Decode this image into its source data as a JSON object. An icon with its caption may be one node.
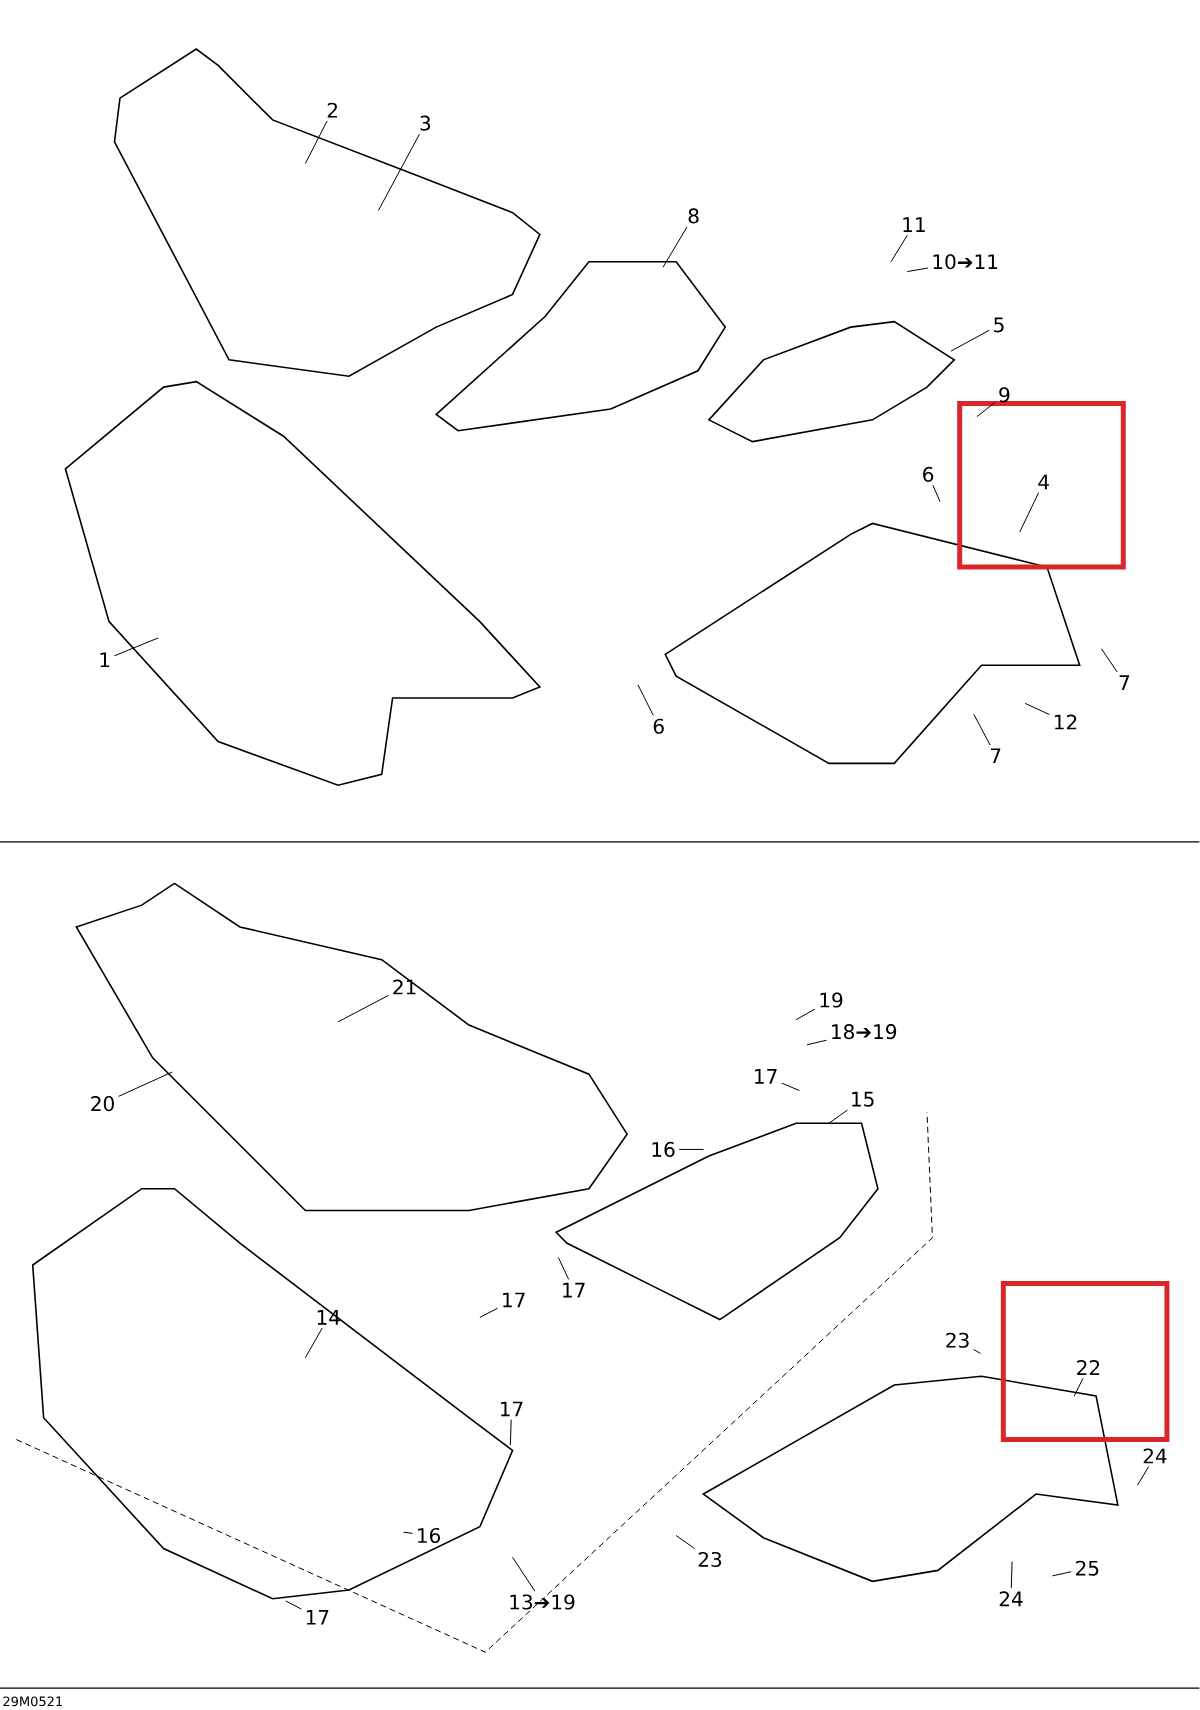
{
  "diagram": {
    "nodes": [
      {
        "text": [
          "2"
        ]
      },
      {
        "text": [
          "3"
        ]
      },
      {
        "text": [
          "8"
        ]
      },
      {
        "text": [
          "11"
        ]
      },
      {
        "text": [
          "10➔11"
        ]
      },
      {
        "text": [
          "5"
        ]
      },
      {
        "text": [
          "9"
        ]
      },
      {
        "text": [
          "6"
        ]
      },
      {
        "text": [
          "4"
        ]
      },
      {
        "text": [
          "1"
        ]
      },
      {
        "text": [
          "6"
        ]
      },
      {
        "text": [
          "7"
        ]
      },
      {
        "text": [
          "12"
        ]
      },
      {
        "text": [
          "7"
        ]
      },
      {
        "text": [
          "21"
        ]
      },
      {
        "text": [
          "19"
        ]
      },
      {
        "text": [
          "18➔19"
        ]
      },
      {
        "text": [
          "17"
        ]
      },
      {
        "text": [
          "15"
        ]
      },
      {
        "text": [
          "16"
        ]
      },
      {
        "text": [
          "20"
        ]
      },
      {
        "text": [
          "17"
        ]
      },
      {
        "text": [
          "14"
        ]
      },
      {
        "text": [
          "17"
        ]
      },
      {
        "text": [
          "17"
        ]
      },
      {
        "text": [
          "23"
        ]
      },
      {
        "text": [
          "22"
        ]
      },
      {
        "text": [
          "24"
        ]
      },
      {
        "text": [
          "16"
        ]
      },
      {
        "text": [
          "23"
        ]
      },
      {
        "text": [
          "25"
        ]
      },
      {
        "text": [
          "24"
        ]
      },
      {
        "text": [
          "17"
        ]
      },
      {
        "text": [
          "13➔19"
        ]
      }
    ],
    "edges": [
      {
        "from": 0,
        "to": null,
        "arrow": "none"
      },
      {
        "from": 1,
        "to": null,
        "arrow": "none"
      },
      {
        "from": 2,
        "to": null,
        "arrow": "none"
      },
      {
        "from": 3,
        "to": null,
        "arrow": "none"
      },
      {
        "from": 4,
        "to": null,
        "arrow": "none"
      },
      {
        "from": 5,
        "to": null,
        "arrow": "none"
      },
      {
        "from": 6,
        "to": null,
        "arrow": "none"
      },
      {
        "from": 7,
        "to": null,
        "arrow": "none"
      },
      {
        "from": 8,
        "to": null,
        "arrow": "none"
      },
      {
        "from": 9,
        "to": null,
        "arrow": "none"
      },
      {
        "from": 10,
        "to": null,
        "arrow": "none"
      },
      {
        "from": 11,
        "to": null,
        "arrow": "none"
      },
      {
        "from": 12,
        "to": null,
        "arrow": "none"
      },
      {
        "from": 13,
        "to": null,
        "arrow": "none"
      },
      {
        "from": 14,
        "to": null,
        "arrow": "none"
      },
      {
        "from": 15,
        "to": null,
        "arrow": "none"
      },
      {
        "from": 16,
        "to": null,
        "arrow": "none"
      },
      {
        "from": 17,
        "to": null,
        "arrow": "none"
      },
      {
        "from": 18,
        "to": null,
        "arrow": "none"
      },
      {
        "from": 19,
        "to": null,
        "arrow": "none"
      },
      {
        "from": 20,
        "to": null,
        "arrow": "none"
      },
      {
        "from": 21,
        "to": null,
        "arrow": "none"
      },
      {
        "from": 22,
        "to": null,
        "arrow": "none"
      },
      {
        "from": 23,
        "to": null,
        "arrow": "none"
      },
      {
        "from": 24,
        "to": null,
        "arrow": "none"
      },
      {
        "from": 25,
        "to": null,
        "arrow": "none"
      },
      {
        "from": 26,
        "to": null,
        "arrow": "none"
      },
      {
        "from": 27,
        "to": null,
        "arrow": "none"
      },
      {
        "from": 28,
        "to": null,
        "arrow": "none"
      },
      {
        "from": 29,
        "to": null,
        "arrow": "none"
      },
      {
        "from": 30,
        "to": null,
        "arrow": "none"
      },
      {
        "from": 31,
        "to": null,
        "arrow": "none"
      },
      {
        "from": 32,
        "to": null,
        "arrow": "none"
      },
      {
        "from": 33,
        "to": null,
        "arrow": "none"
      }
    ],
    "labels": [
      "29M0521"
    ]
  }
}
